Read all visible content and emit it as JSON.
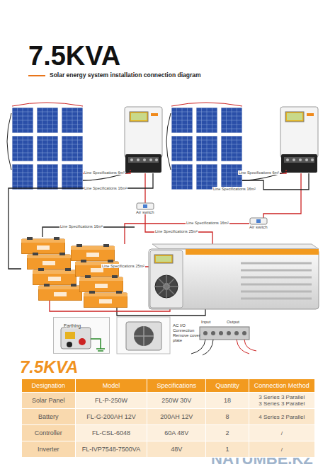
{
  "diagram": {
    "title": "7.5KVA",
    "nodes": [
      {
        "text": [
          "Air switch"
        ]
      },
      {
        "text": [
          "Air switch"
        ]
      },
      {
        "text": [
          "Earthing"
        ]
      }
    ],
    "labels": [
      "Solar energy system installation connection diagram",
      "Line Specifications 6m²",
      "Line Specifications 16m²",
      "Line Specifications 6m²",
      "Line Specifications 16m²",
      "Line Specifications 16m²",
      "Line Specifications 16m²",
      "Line Specifications 25m²",
      "Line Specifications 25m²",
      "AC I/O Connection Remove cover plate",
      "Input",
      "Output",
      "7.5KVA",
      "Designation",
      "Model",
      "Specifications",
      "Quantity",
      "Connection Method",
      "Solar Panel",
      "FL-P-250W",
      "250W  30V",
      "18",
      "3 Series 3 Parallel",
      "3 Series 3 Parallel",
      "Battery",
      "FL-G-200AH 12V",
      "200AH  12V",
      "8",
      "4 Series 2 Parallel",
      "Controller",
      "FL-CSL-6048",
      "60A  48V",
      "2",
      "/",
      "Inverter",
      "FL-IVP7548-7500VA",
      "48V",
      "1",
      "/",
      "NATUMBE.KZ"
    ]
  }
}
